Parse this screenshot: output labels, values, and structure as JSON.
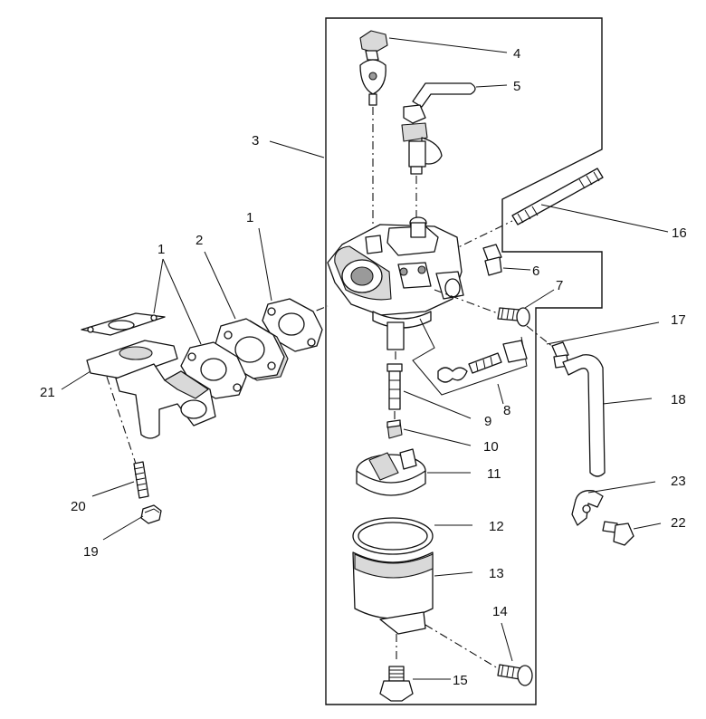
{
  "callouts": {
    "c1a": "1",
    "c1b": "1",
    "c2": "2",
    "c3": "3",
    "c4": "4",
    "c5": "5",
    "c6": "6",
    "c7": "7",
    "c8": "8",
    "c9": "9",
    "c10": "10",
    "c11": "11",
    "c12": "12",
    "c13": "13",
    "c14": "14",
    "c15": "15",
    "c16": "16",
    "c17": "17",
    "c18": "18",
    "c19": "19",
    "c20": "20",
    "c21": "21",
    "c22": "22",
    "c23": "23"
  }
}
